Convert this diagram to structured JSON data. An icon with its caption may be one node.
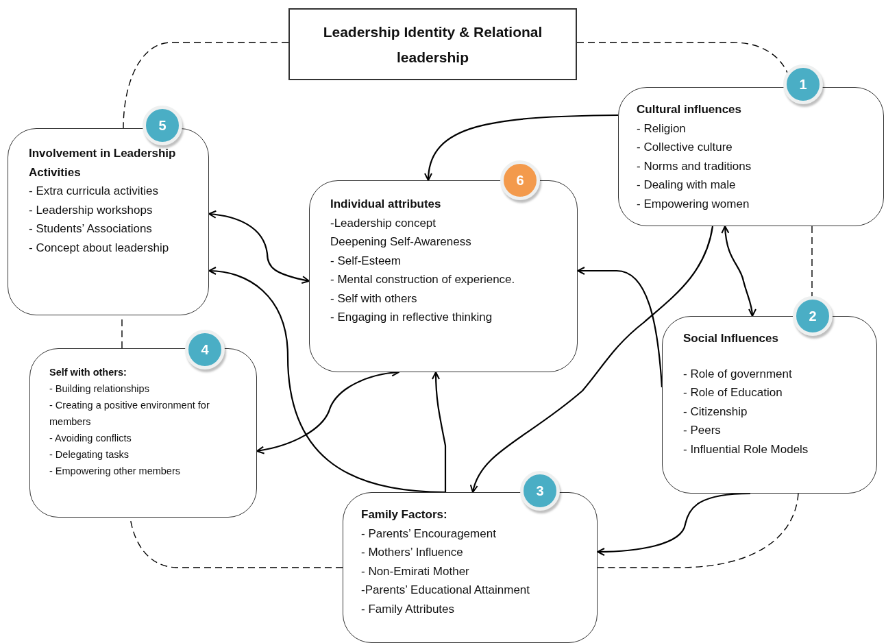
{
  "diagram": {
    "nodes": [
      {
        "text": [
          "Leadership Identity & Relational leadership"
        ]
      },
      {
        "text": [
          "1",
          "Cultural influences",
          "- Religion",
          "- Collective culture",
          "- Norms and traditions",
          "- Dealing with male",
          "- Empowering women"
        ]
      },
      {
        "text": [
          "2",
          "Social Influences",
          "- Role of government",
          "- Role of Education",
          "- Citizenship",
          "- Peers",
          "- Influential Role Models"
        ]
      },
      {
        "text": [
          "3",
          "Family Factors:",
          "- Parents’ Encouragement",
          "- Mothers’ Influence",
          "- Non-Emirati Mother",
          "-Parents’ Educational Attainment",
          "- Family Attributes"
        ]
      },
      {
        "text": [
          "4",
          "Self with others:",
          "- Building relationships",
          "- Creating a positive environment for members",
          "- Avoiding conflicts",
          "- Delegating tasks",
          "- Empowering other members"
        ]
      },
      {
        "text": [
          "5",
          "Involvement in Leadership Activities",
          "- Extra curricula activities",
          "- Leadership workshops",
          "- Students’ Associations",
          "- Concept about leadership"
        ]
      },
      {
        "text": [
          "6",
          "Individual attributes",
          "-Leadership concept",
          "Deepening Self-Awareness",
          "- Self-Esteem",
          "- Mental construction of experience.",
          "- Self with others",
          "- Engaging in reflective thinking"
        ]
      }
    ],
    "edges": [
      {
        "from": 1,
        "to": 6,
        "arrow": "to"
      },
      {
        "from": 1,
        "to": 2,
        "arrow": "both"
      },
      {
        "from": 1,
        "to": 3,
        "arrow": "to"
      },
      {
        "from": 2,
        "to": 6,
        "arrow": "to"
      },
      {
        "from": 2,
        "to": 3,
        "arrow": "to"
      },
      {
        "from": 6,
        "to": 5,
        "arrow": "both"
      },
      {
        "from": 3,
        "to": 5,
        "arrow": "to"
      },
      {
        "from": 3,
        "to": 6,
        "arrow": "to"
      },
      {
        "from": 4,
        "to": 6,
        "arrow": "both"
      },
      {
        "from": 0,
        "to": 5,
        "arrow": "none",
        "style": "dashed"
      },
      {
        "from": 0,
        "to": 1,
        "arrow": "none",
        "style": "dashed"
      },
      {
        "from": 1,
        "to": 2,
        "arrow": "none",
        "style": "dashed"
      },
      {
        "from": 2,
        "to": 3,
        "arrow": "none",
        "style": "dashed"
      },
      {
        "from": 3,
        "to": 4,
        "arrow": "none",
        "style": "dashed"
      },
      {
        "from": 4,
        "to": 5,
        "arrow": "none",
        "style": "dashed"
      }
    ]
  }
}
